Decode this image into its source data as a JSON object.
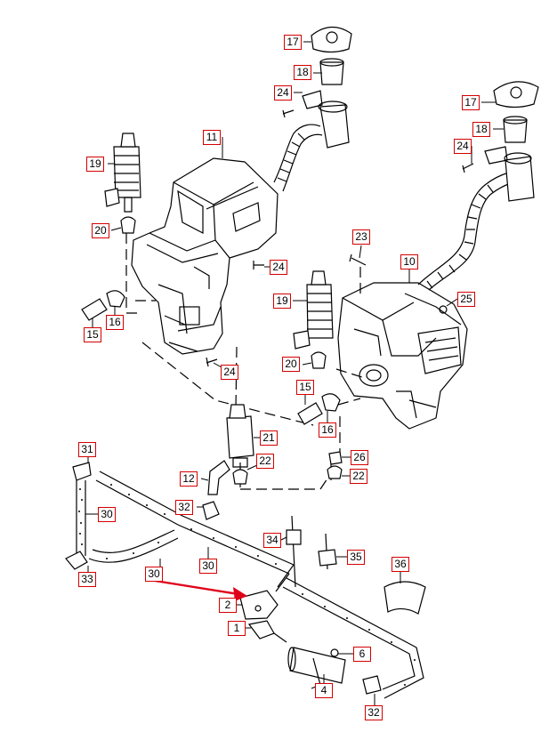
{
  "diagram": {
    "labels": {
      "l17a": "17",
      "l18a": "18",
      "l24a": "24",
      "l11": "11",
      "l19a": "19",
      "l20a": "20",
      "l24b": "24",
      "l15a": "15",
      "l16a": "16",
      "l24c": "24",
      "l17b": "17",
      "l18b": "18",
      "l24d": "24",
      "l23": "23",
      "l10": "10",
      "l25": "25",
      "l19b": "19",
      "l20b": "20",
      "l15b": "15",
      "l16b": "16",
      "l21": "21",
      "l12": "12",
      "l22a": "22",
      "l26": "26",
      "l22b": "22",
      "l31": "31",
      "l30a": "30",
      "l32a": "32",
      "l34": "34",
      "l35": "35",
      "l33": "33",
      "l30b": "30",
      "l30c": "30",
      "l36": "36",
      "l2": "2",
      "l1": "1",
      "l6": "6",
      "l4": "4",
      "l32b": "32"
    },
    "colors": {
      "label_border": "#d40000",
      "arrow": "#e0001a",
      "line": "#000000"
    }
  }
}
